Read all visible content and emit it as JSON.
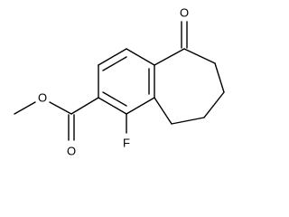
{
  "molecule": {
    "atoms": {
      "ketone_oxygen": "O",
      "ester_carbonyl_oxygen": "O",
      "ester_ether_oxygen": "O",
      "fluorine": "F"
    }
  }
}
